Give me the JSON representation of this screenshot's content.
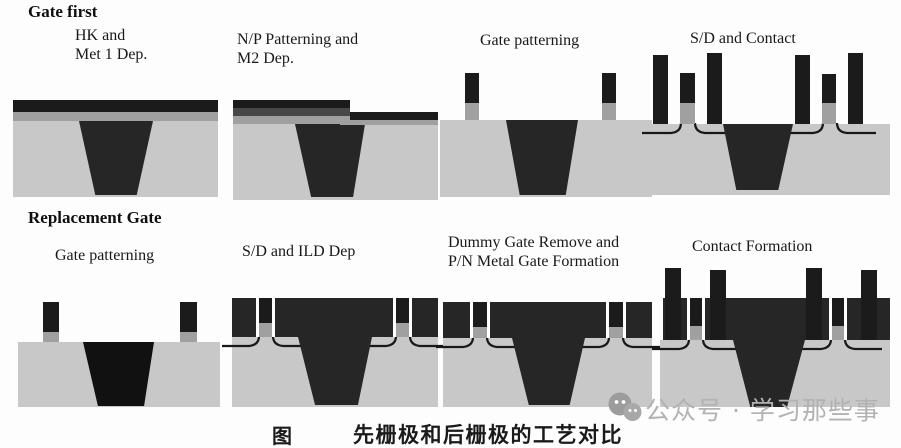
{
  "sections": {
    "gate_first": {
      "header": "Gate first",
      "steps": [
        {
          "label": "HK and\nMet 1 Dep."
        },
        {
          "label": "N/P Patterning and\nM2 Dep."
        },
        {
          "label": "Gate patterning"
        },
        {
          "label": "S/D and Contact"
        }
      ]
    },
    "replacement_gate": {
      "header": "Replacement Gate",
      "steps": [
        {
          "label": "Gate patterning"
        },
        {
          "label": "S/D and ILD Dep"
        },
        {
          "label": "Dummy Gate Remove and\nP/N Metal Gate Formation"
        },
        {
          "label": "Contact Formation"
        }
      ]
    }
  },
  "caption": {
    "figure_label": "图",
    "text": "先栅极和后栅极的工艺对比"
  },
  "watermark": {
    "icon": "wechat-bubbles-icon",
    "text": "公众号 · 学习那些事"
  },
  "colors": {
    "metal_black": "#1b1b1b",
    "hk_gray": "#a0a0a0",
    "substrate_gray": "#c8c8c8",
    "well_dark": "#262626",
    "watermark_gray": "#b2b2b2"
  }
}
